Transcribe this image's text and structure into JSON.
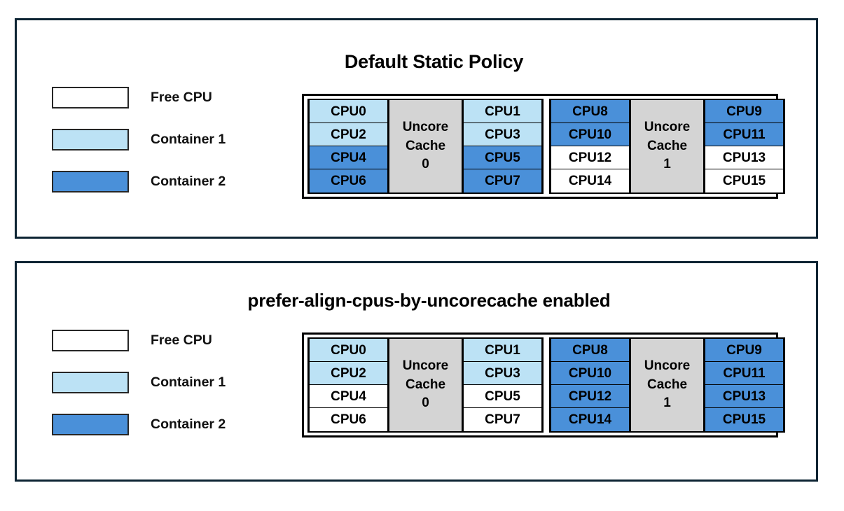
{
  "colors": {
    "free": "#ffffff",
    "container1": "#bce2f5",
    "container2": "#4a90d9",
    "cache": "#d4d4d4",
    "panel_border": "#0d2433",
    "diagram_border": "#000000"
  },
  "panels": [
    {
      "id": "default-static-policy",
      "title": "Default Static Policy",
      "legend": [
        {
          "label": "Free CPU",
          "state": "free"
        },
        {
          "label": "Container 1",
          "state": "container1"
        },
        {
          "label": "Container 2",
          "state": "container2"
        }
      ],
      "cache_groups": [
        {
          "cache_label_line1": "Uncore",
          "cache_label_line2": "Cache",
          "cache_label_line3": "0",
          "left_column": [
            {
              "label": "CPU0",
              "state": "container1"
            },
            {
              "label": "CPU2",
              "state": "container1"
            },
            {
              "label": "CPU4",
              "state": "container2"
            },
            {
              "label": "CPU6",
              "state": "container2"
            }
          ],
          "right_column": [
            {
              "label": "CPU1",
              "state": "container1"
            },
            {
              "label": "CPU3",
              "state": "container1"
            },
            {
              "label": "CPU5",
              "state": "container2"
            },
            {
              "label": "CPU7",
              "state": "container2"
            }
          ]
        },
        {
          "cache_label_line1": "Uncore",
          "cache_label_line2": "Cache",
          "cache_label_line3": "1",
          "left_column": [
            {
              "label": "CPU8",
              "state": "container2"
            },
            {
              "label": "CPU10",
              "state": "container2"
            },
            {
              "label": "CPU12",
              "state": "free"
            },
            {
              "label": "CPU14",
              "state": "free"
            }
          ],
          "right_column": [
            {
              "label": "CPU9",
              "state": "container2"
            },
            {
              "label": "CPU11",
              "state": "container2"
            },
            {
              "label": "CPU13",
              "state": "free"
            },
            {
              "label": "CPU15",
              "state": "free"
            }
          ]
        }
      ]
    },
    {
      "id": "prefer-align-cpus-by-uncorecache-enabled",
      "title": "prefer-align-cpus-by-uncorecache enabled",
      "legend": [
        {
          "label": "Free CPU",
          "state": "free"
        },
        {
          "label": "Container 1",
          "state": "container1"
        },
        {
          "label": "Container 2",
          "state": "container2"
        }
      ],
      "cache_groups": [
        {
          "cache_label_line1": "Uncore",
          "cache_label_line2": "Cache",
          "cache_label_line3": "0",
          "left_column": [
            {
              "label": "CPU0",
              "state": "container1"
            },
            {
              "label": "CPU2",
              "state": "container1"
            },
            {
              "label": "CPU4",
              "state": "free"
            },
            {
              "label": "CPU6",
              "state": "free"
            }
          ],
          "right_column": [
            {
              "label": "CPU1",
              "state": "container1"
            },
            {
              "label": "CPU3",
              "state": "container1"
            },
            {
              "label": "CPU5",
              "state": "free"
            },
            {
              "label": "CPU7",
              "state": "free"
            }
          ]
        },
        {
          "cache_label_line1": "Uncore",
          "cache_label_line2": "Cache",
          "cache_label_line3": "1",
          "left_column": [
            {
              "label": "CPU8",
              "state": "container2"
            },
            {
              "label": "CPU10",
              "state": "container2"
            },
            {
              "label": "CPU12",
              "state": "container2"
            },
            {
              "label": "CPU14",
              "state": "container2"
            }
          ],
          "right_column": [
            {
              "label": "CPU9",
              "state": "container2"
            },
            {
              "label": "CPU11",
              "state": "container2"
            },
            {
              "label": "CPU13",
              "state": "container2"
            },
            {
              "label": "CPU15",
              "state": "container2"
            }
          ]
        }
      ]
    }
  ]
}
